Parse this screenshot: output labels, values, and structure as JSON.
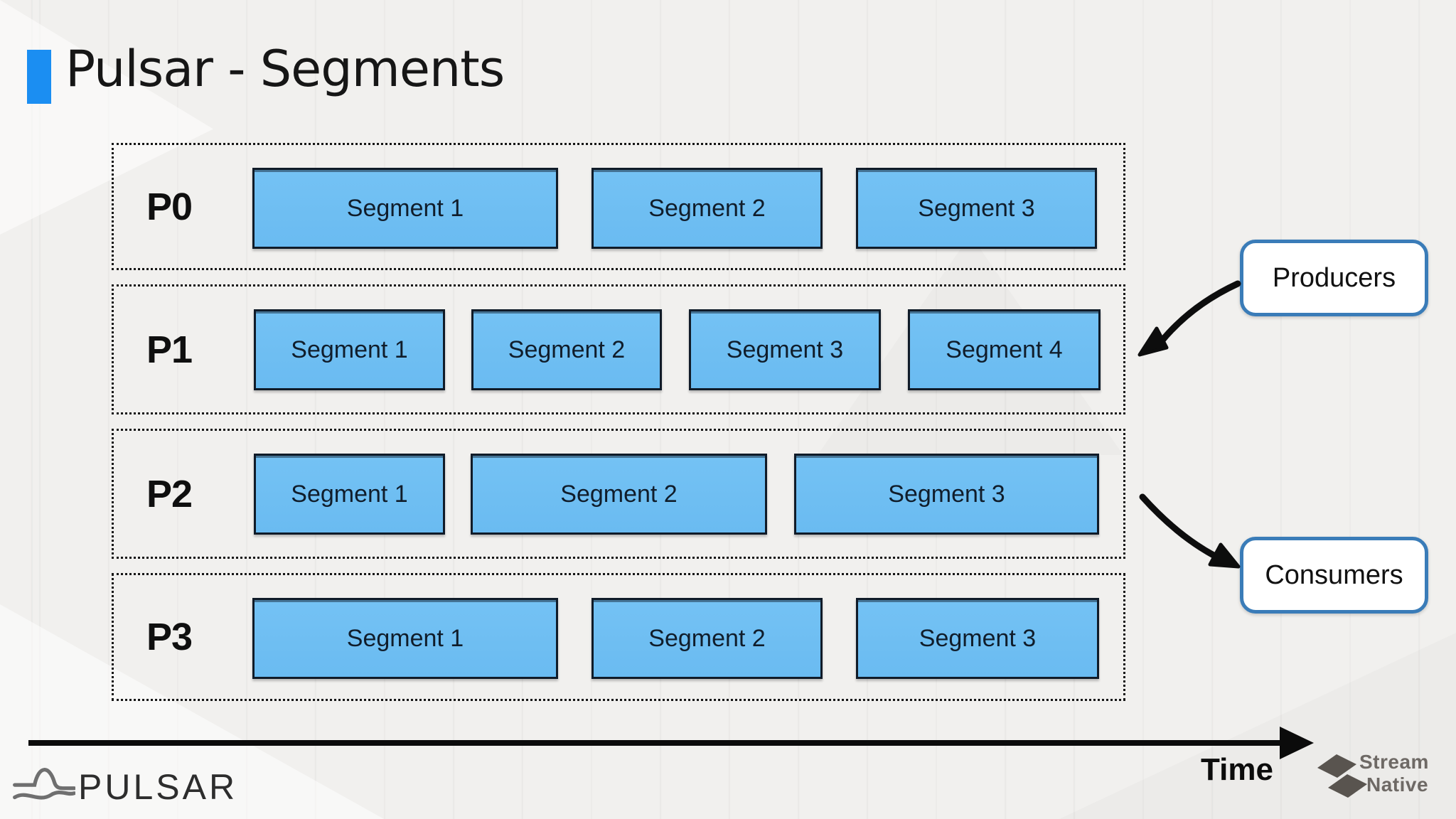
{
  "slide": {
    "title": "Pulsar - Segments"
  },
  "partitions": [
    {
      "label": "P0",
      "segments": [
        {
          "label": "Segment 1"
        },
        {
          "label": "Segment 2"
        },
        {
          "label": "Segment 3"
        }
      ]
    },
    {
      "label": "P1",
      "segments": [
        {
          "label": "Segment 1"
        },
        {
          "label": "Segment 2"
        },
        {
          "label": "Segment 3"
        },
        {
          "label": "Segment 4"
        }
      ]
    },
    {
      "label": "P2",
      "segments": [
        {
          "label": "Segment 1"
        },
        {
          "label": "Segment 2"
        },
        {
          "label": "Segment 3"
        }
      ]
    },
    {
      "label": "P3",
      "segments": [
        {
          "label": "Segment 1"
        },
        {
          "label": "Segment 2"
        },
        {
          "label": "Segment 3"
        }
      ]
    }
  ],
  "actors": {
    "producers": {
      "label": "Producers"
    },
    "consumers": {
      "label": "Consumers"
    }
  },
  "timeline": {
    "label": "Time"
  },
  "footer": {
    "pulsar": {
      "wordmark": "PULSAR"
    },
    "streamnative": {
      "line1": "Stream",
      "line2": "Native"
    }
  },
  "colors": {
    "background": "#f1f0ee",
    "accent_bullet": "#1b8ef2",
    "segment_fill": "#6cbdf2",
    "segment_border": "#101b28",
    "partition_border": "#151515",
    "actor_border": "#3a7cb8",
    "arrow": "#0d0d0d",
    "logo_gray": "#6e6965"
  }
}
